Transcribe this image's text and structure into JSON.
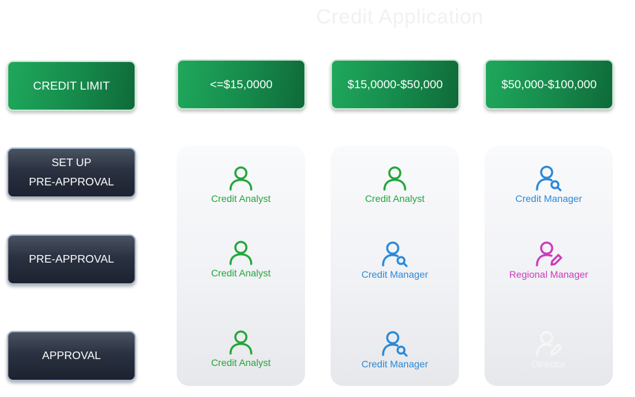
{
  "title": "Credit Application",
  "rows": {
    "credit_limit": "CREDIT LIMIT",
    "setup_line1": "SET UP",
    "setup_line2": "PRE-APPROVAL",
    "pre_approval": "PRE-APPROVAL",
    "approval": "APPROVAL"
  },
  "tiers": [
    "<=$15,0000",
    "$15,0000-$50,000",
    "$50,000-$100,000"
  ],
  "columns": [
    {
      "setup": {
        "role": "Credit Analyst",
        "icon": "user-icon"
      },
      "pre_approval": {
        "role": "Credit Analyst",
        "icon": "user-icon"
      },
      "approval": {
        "role": "Credit Analyst",
        "icon": "user-icon"
      }
    },
    {
      "setup": {
        "role": "Credit Analyst",
        "icon": "user-icon"
      },
      "pre_approval": {
        "role": "Credit Manager",
        "icon": "user-search-icon"
      },
      "approval": {
        "role": "Credit Manager",
        "icon": "user-search-icon"
      }
    },
    {
      "setup": {
        "role": "Credit Manager",
        "icon": "user-search-icon"
      },
      "pre_approval": {
        "role": "Regional Manager",
        "icon": "user-edit-icon"
      },
      "approval": {
        "role": "Director",
        "icon": "user-edit-icon"
      }
    }
  ],
  "colors": {
    "analyst": "#22a63a",
    "manager": "#2a88d8",
    "regional": "#cc3bbb",
    "director": "#f6f6f7",
    "green_tile": "#168a4b",
    "dark_tile": "#2a3140"
  }
}
